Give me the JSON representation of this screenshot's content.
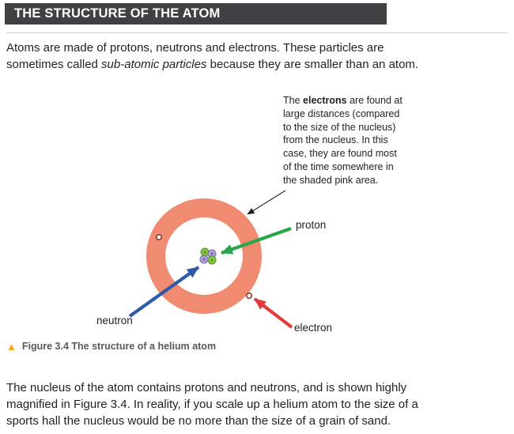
{
  "colors": {
    "header_bg": "#414042",
    "header_text": "#ffffff",
    "body_text": "#231f20",
    "rule": "#d1d3d4",
    "ring": "#f08a70",
    "proton": "#2aa74c",
    "neutron": "#2f5aa9",
    "electron": "#e13a3c",
    "electron_dot": "#8a3b2b",
    "nucleus_green": "#8dc63f",
    "nucleus_green_dark": "#4f8f2f",
    "nucleus_purple": "#b1a0d8",
    "nucleus_purple_dark": "#7566ab",
    "pointer": "#231f20",
    "caption_marker": "#f9a51a",
    "caption_text": "#58595b"
  },
  "header": {
    "title": "THE STRUCTURE OF THE ATOM"
  },
  "intro": {
    "text_before": "Atoms are made of protons, neutrons and electrons. These particles are\nsometimes called ",
    "italic": "sub-atomic particles",
    "text_after": " because they are smaller than an atom."
  },
  "figure": {
    "note": {
      "text_before": "The ",
      "bold": "electrons",
      "text_after": " are found at\nlarge distances (compared\nto the size of the nucleus)\nfrom the nucleus. In this\ncase, they are found most\nof the time somewhere in\nthe shaded pink area."
    },
    "labels": {
      "proton": "proton",
      "neutron": "neutron",
      "electron": "electron"
    }
  },
  "caption": {
    "marker": "▲",
    "text": "Figure 3.4 The structure of a helium atom"
  },
  "outro": {
    "text": "The nucleus of the atom contains protons and neutrons, and is shown highly\nmagnified in Figure 3.4. In reality, if you scale up a helium atom to the size of a\nsports hall the nucleus would be no more than the size of a grain of sand."
  }
}
